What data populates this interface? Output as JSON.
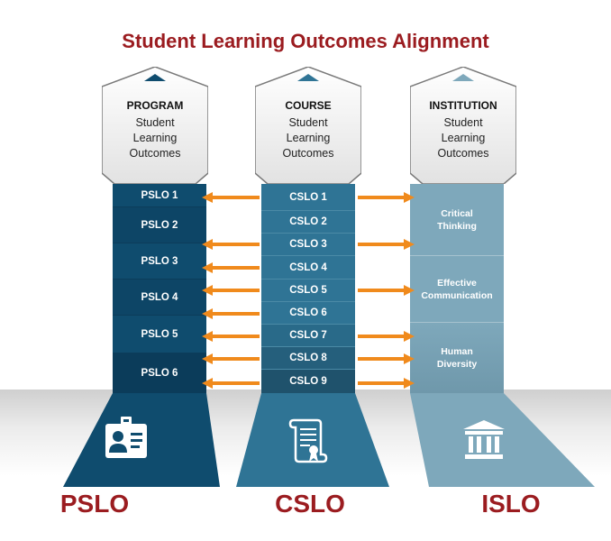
{
  "title": "Student Learning Outcomes Alignment",
  "columns": {
    "program": {
      "header_title": "PROGRAM",
      "header_subtitle": "Student Learning Outcomes",
      "items": [
        "PSLO 1",
        "PSLO 2",
        "PSLO 3",
        "PSLO 4",
        "PSLO 5",
        "PSLO 6"
      ],
      "bottom_label": "PSLO",
      "icon": "id-card-icon"
    },
    "course": {
      "header_title": "COURSE",
      "header_subtitle": "Student Learning Outcomes",
      "items": [
        "CSLO 1",
        "CSLO 2",
        "CSLO 3",
        "CSLO 4",
        "CSLO 5",
        "CSLO 6",
        "CSLO 7",
        "CSLO 8",
        "CSLO 9"
      ],
      "bottom_label": "CSLO",
      "icon": "certificate-scroll-icon"
    },
    "institution": {
      "header_title": "INSTITUTION",
      "header_subtitle": "Student Learning Outcomes",
      "items": [
        "Critical Thinking",
        "Effective Communication",
        "Human Diversity"
      ],
      "bottom_label": "ISLO",
      "icon": "institution-building-icon"
    }
  },
  "colors": {
    "title": "#9b1c20",
    "program": "#0f4c6e",
    "course": "#2f7495",
    "institution": "#7ea8bb",
    "arrow": "#f08a1c"
  }
}
